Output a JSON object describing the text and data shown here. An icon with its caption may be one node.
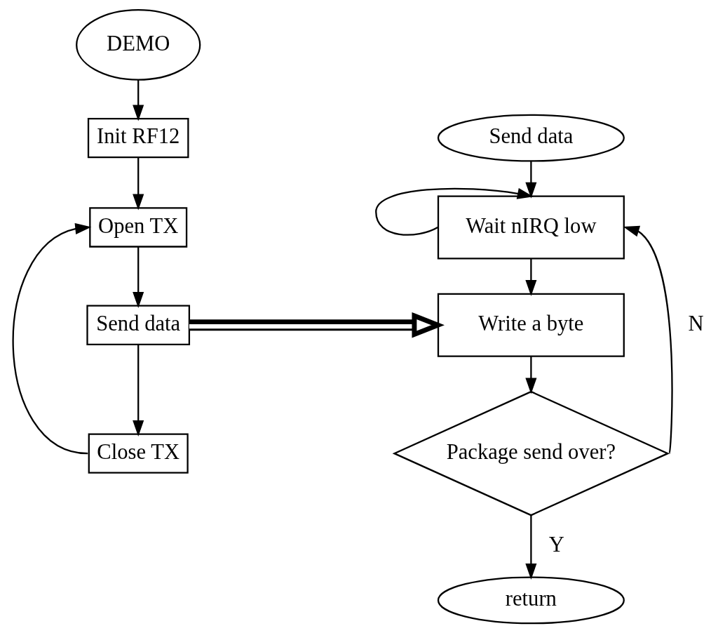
{
  "diagram": {
    "nodes": [
      {
        "text": [
          "DEMO"
        ]
      },
      {
        "text": [
          "Init RF12"
        ]
      },
      {
        "text": [
          "Open TX"
        ]
      },
      {
        "text": [
          "Send data"
        ]
      },
      {
        "text": [
          "Close TX"
        ]
      },
      {
        "text": [
          "Send data"
        ]
      },
      {
        "text": [
          "Wait nIRQ low"
        ]
      },
      {
        "text": [
          "Write a byte"
        ]
      },
      {
        "text": [
          "Package send over?"
        ]
      },
      {
        "text": [
          "return"
        ]
      }
    ],
    "edges": [
      {
        "from": 0,
        "to": 1,
        "arrow": "to"
      },
      {
        "from": 1,
        "to": 2,
        "arrow": "to"
      },
      {
        "from": 2,
        "to": 3,
        "arrow": "to"
      },
      {
        "from": 3,
        "to": 4,
        "arrow": "to"
      },
      {
        "from": 4,
        "to": 2,
        "arrow": "to"
      },
      {
        "from": 3,
        "to": 7,
        "arrow": "to",
        "style": "thick"
      },
      {
        "from": 5,
        "to": 6,
        "arrow": "to"
      },
      {
        "from": 6,
        "to": 6,
        "arrow": "to"
      },
      {
        "from": 6,
        "to": 7,
        "arrow": "to"
      },
      {
        "from": 7,
        "to": 8,
        "arrow": "to"
      },
      {
        "from": 8,
        "to": 6,
        "arrow": "to",
        "label": "N"
      },
      {
        "from": 8,
        "to": 9,
        "arrow": "to",
        "label": "Y"
      }
    ]
  }
}
